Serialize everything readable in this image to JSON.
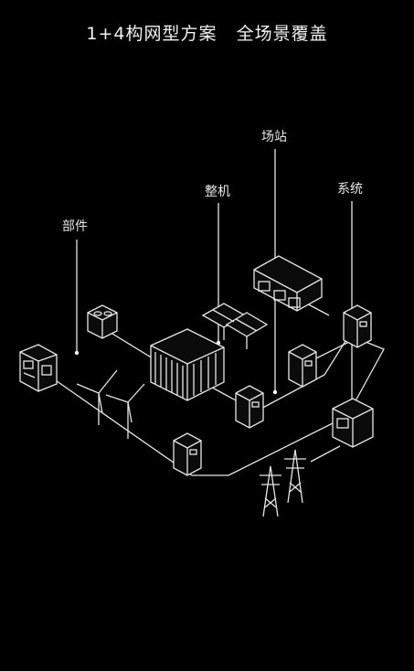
{
  "header": {
    "title": "1+4构网型方案   全场景覆盖"
  },
  "labels": {
    "parts": "部件",
    "unit": "整机",
    "station": "场站",
    "system": "系统"
  },
  "colors": {
    "background": "#000000",
    "line": "#e6e6e6"
  },
  "icons": [
    "power-cabinet-icon",
    "fan-unit-icon",
    "wind-turbine-icon",
    "energy-storage-container-icon",
    "solar-panel-icon",
    "inverter-cabinet-icon",
    "generator-skid-icon",
    "transmission-tower-icon",
    "control-cabinet-icon"
  ]
}
